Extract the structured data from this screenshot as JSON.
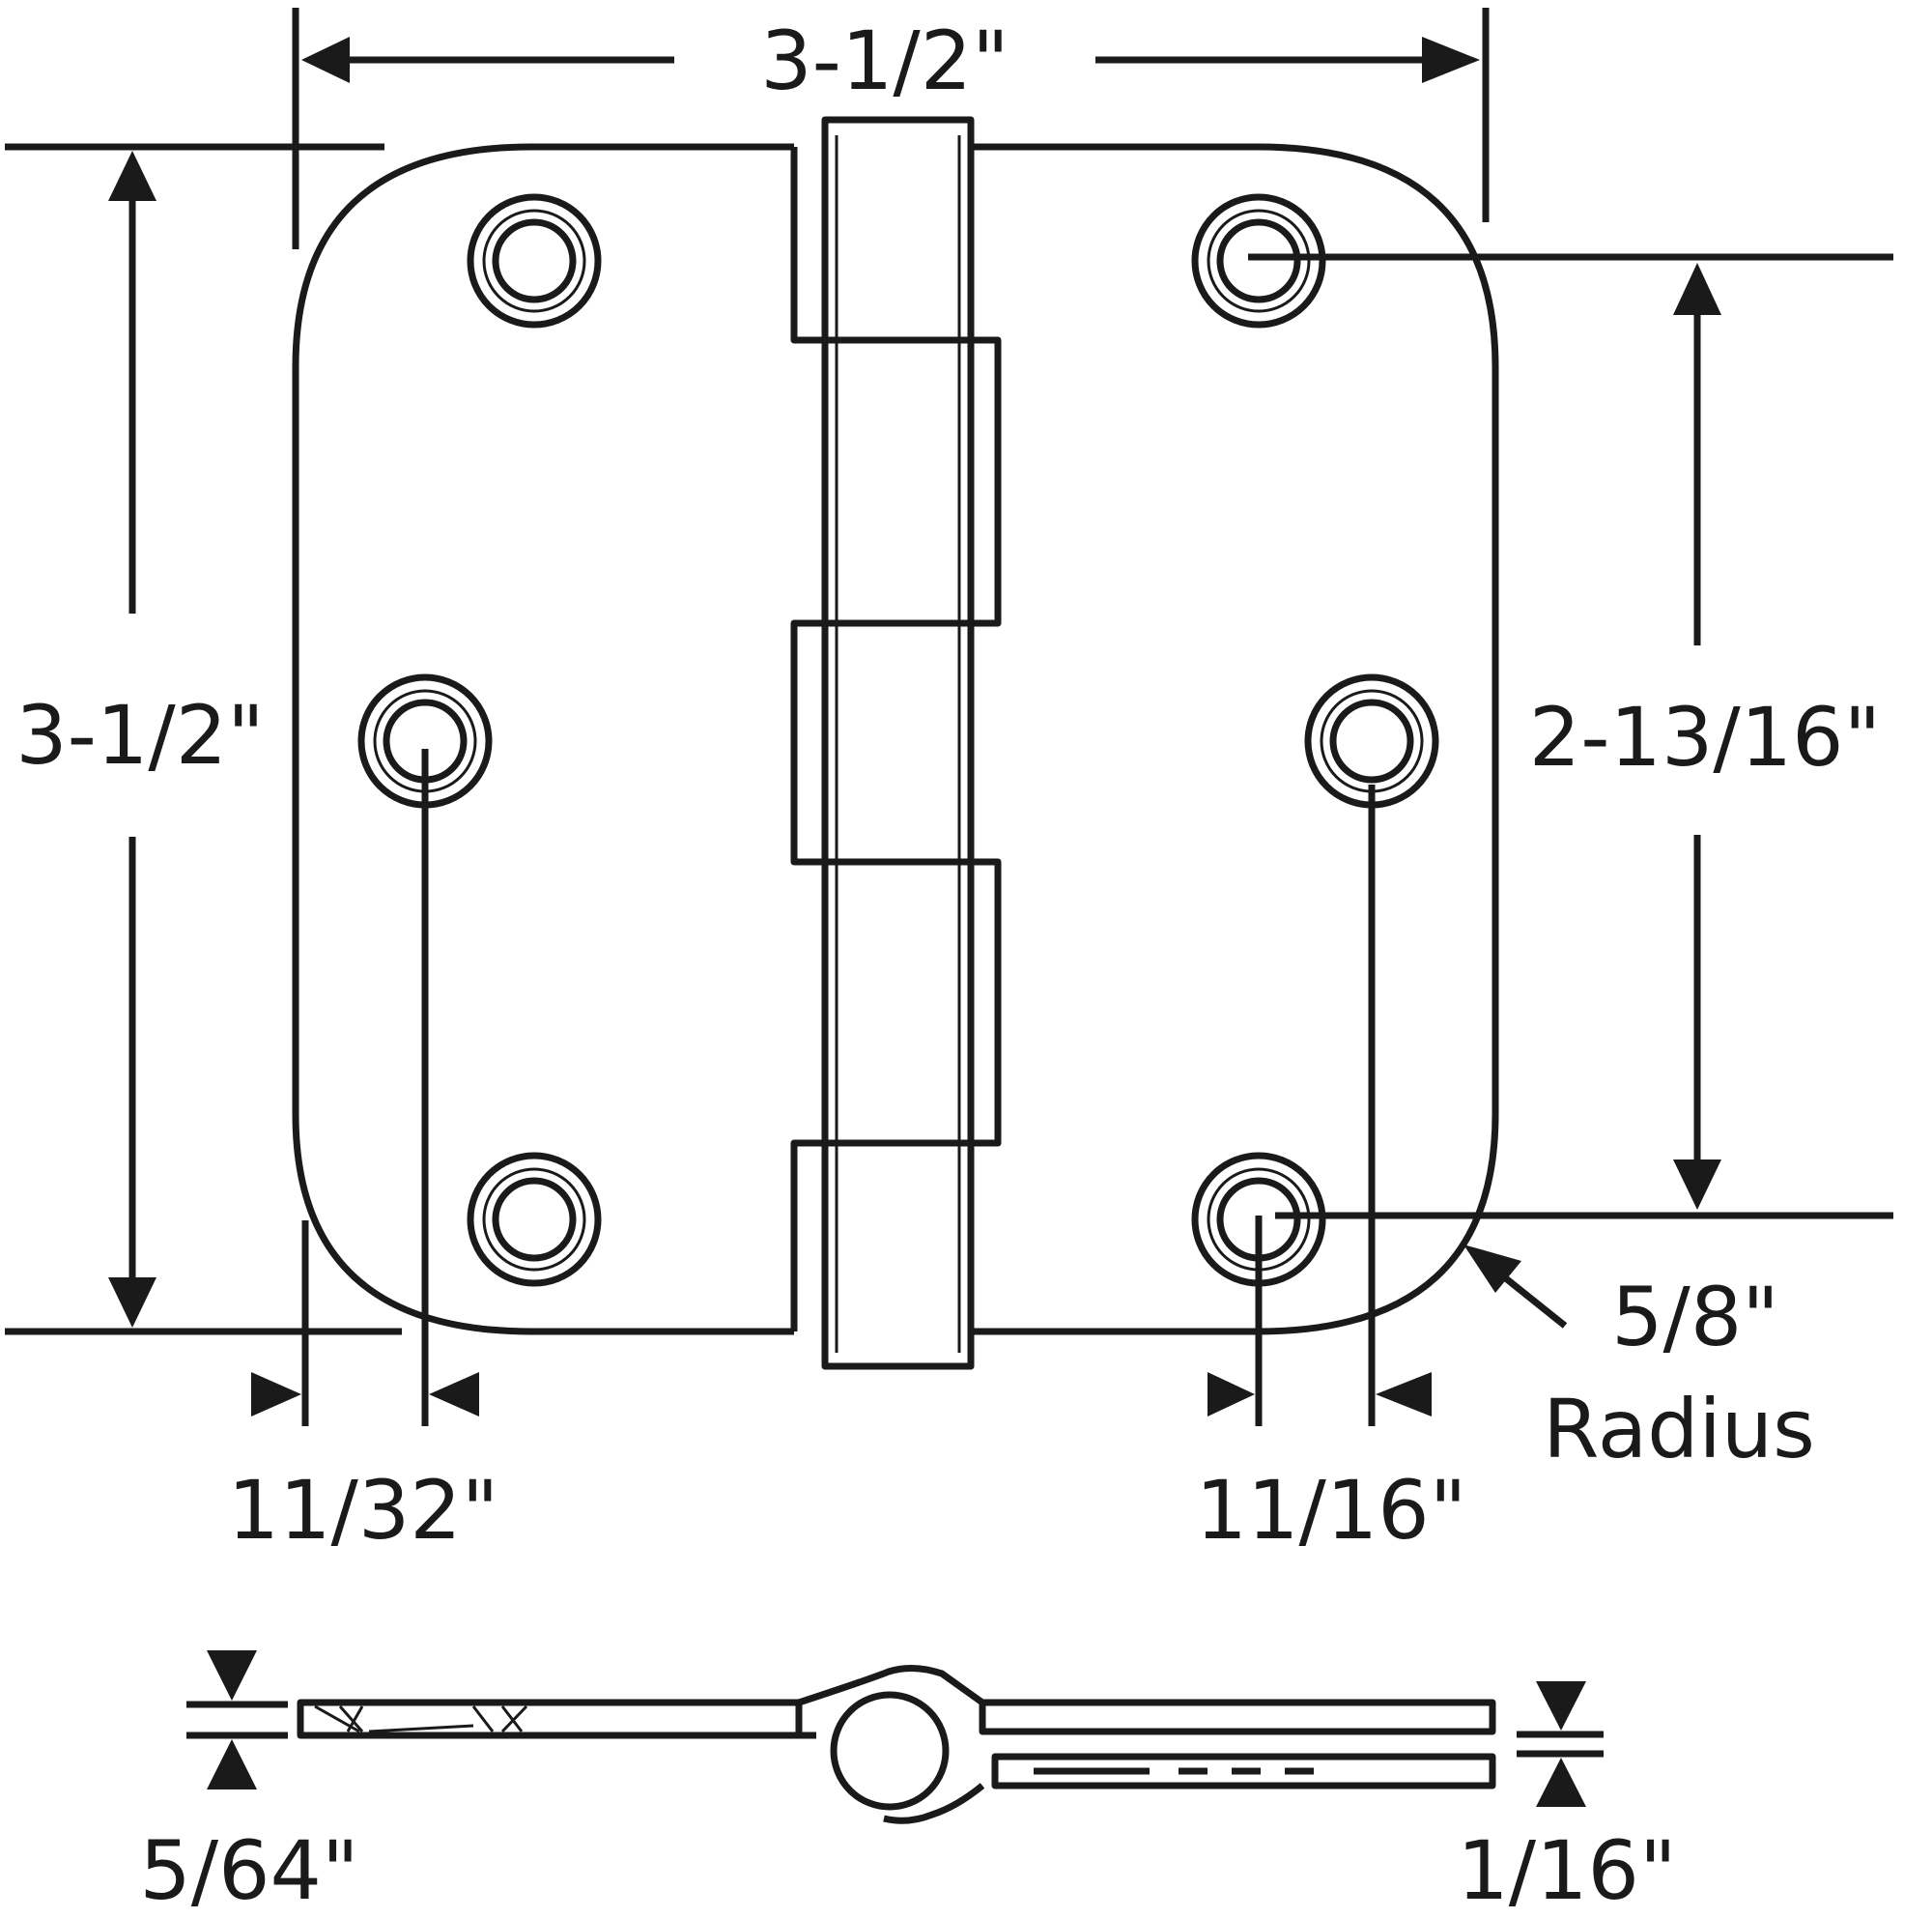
{
  "diagram": {
    "dimensions": {
      "overall_width": "3-1/2\"",
      "overall_height": "3-1/2\"",
      "hole_spacing": "2-13/16\"",
      "edge_to_hole_left": "11/32\"",
      "edge_to_hole_right": "11/16\"",
      "corner_radius_value": "5/8\"",
      "corner_radius_word": "Radius",
      "leaf_thickness_left": "5/64\"",
      "leaf_thickness_right": "1/16\""
    },
    "colors": {
      "line": "#1a1a1a",
      "background": "#ffffff"
    }
  }
}
